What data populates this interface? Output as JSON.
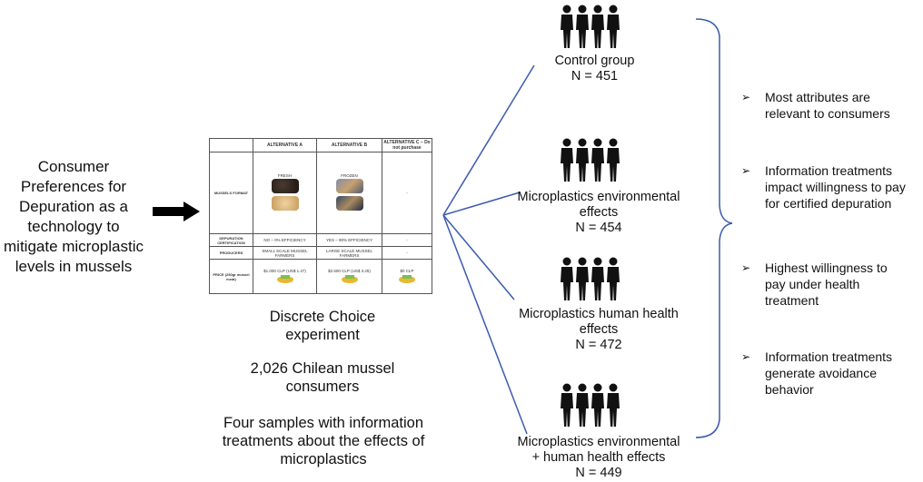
{
  "intro": {
    "lines": [
      "Consumer",
      "Preferences for",
      "Depuration as a",
      "technology to",
      "mitigate microplastic",
      "levels in mussels"
    ]
  },
  "experiment": {
    "title_lines": [
      "Discrete Choice",
      "experiment"
    ],
    "sample_lines": [
      "2,026 Chilean mussel",
      "consumers"
    ],
    "treatment_lines": [
      "Four samples with information",
      "treatments about the effects of",
      "microplastics"
    ]
  },
  "choice_card": {
    "headers": [
      "ALTERNATIVE A",
      "ALTERNATIVE B",
      "ALTERNATIVE C – Do not purchase"
    ],
    "rows": [
      {
        "label": "MUSSELS FORMAT",
        "a": "FRESH",
        "b": "FROZEN",
        "c": "-"
      },
      {
        "label": "DEPURATION CERTIFICATION",
        "a": "NO – 0% EFFICIENCY",
        "b": "YES – 90% EFFICIENCY",
        "c": "-"
      },
      {
        "label": "PRODUCERS",
        "a": "SMALL SCALE MUSSEL FARMERS",
        "b": "LARGE SCALE MUSSEL FARMERS",
        "c": "-"
      },
      {
        "label": "PRICE (250gr mussel meat)",
        "a": "$1.000 CLP (US$ 1.47)",
        "b": "$2.500 CLP (US$ 3.25)",
        "c": "$0 CLP"
      }
    ]
  },
  "groups": [
    {
      "label_lines": [
        "Control group"
      ],
      "n": "N = 451"
    },
    {
      "label_lines": [
        "Microplastics environmental",
        "effects"
      ],
      "n": "N = 454"
    },
    {
      "label_lines": [
        "Microplastics human health",
        "effects"
      ],
      "n": "N = 472"
    },
    {
      "label_lines": [
        "Microplastics environmental",
        "+ human health effects"
      ],
      "n": "N = 449"
    }
  ],
  "results": [
    {
      "marker": "➢",
      "lines": [
        "Most attributes are",
        "relevant to consumers"
      ]
    },
    {
      "marker": "➢",
      "lines": [
        "Information treatments",
        "impact willingness to pay",
        "for certified depuration"
      ]
    },
    {
      "marker": "➢",
      "lines": [
        "Highest willingness to",
        "pay under health",
        "treatment"
      ]
    },
    {
      "marker": "➢",
      "lines": [
        "Information treatments",
        "generate avoidance",
        "behavior"
      ]
    }
  ],
  "colors": {
    "line": "#3b5bb0",
    "person": "#111111"
  }
}
